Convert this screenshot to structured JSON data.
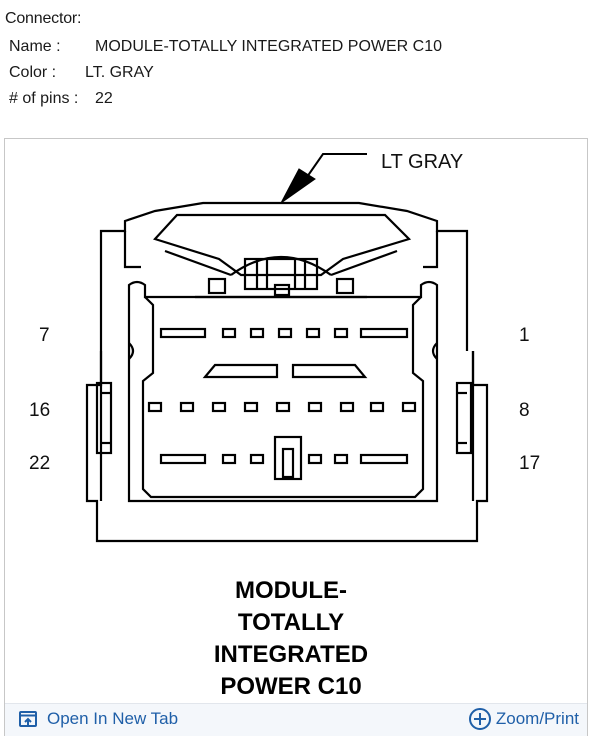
{
  "connector": {
    "heading": "Connector:",
    "name_label": "Name :",
    "name_value": "MODULE-TOTALLY INTEGRATED POWER C10",
    "color_label": "Color :",
    "color_value": "LT. GRAY",
    "pins_label": "# of pins :",
    "pins_value": "22"
  },
  "diagram": {
    "color_callout": "LT GRAY",
    "pin_labels": {
      "top_left": "7",
      "top_right": "1",
      "mid_left": "16",
      "mid_right": "8",
      "bottom_left": "22",
      "bottom_right": "17"
    },
    "caption_lines": [
      "MODULE-",
      "TOTALLY",
      "INTEGRATED",
      "POWER C10"
    ]
  },
  "footer": {
    "open_tab_label": "Open In New Tab",
    "zoom_label": "Zoom/Print",
    "link_color": "#1f5fa8"
  },
  "icons": [
    "open-in-new-tab-icon",
    "zoom-plus-icon"
  ]
}
